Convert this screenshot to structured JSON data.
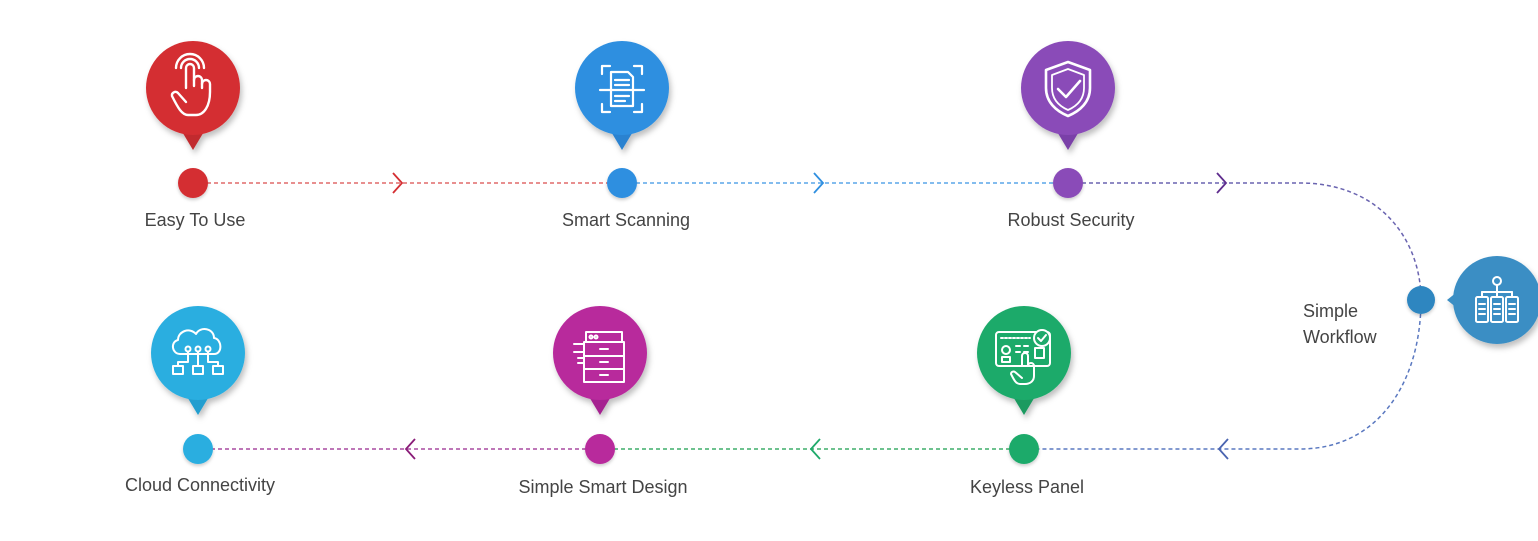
{
  "steps": [
    {
      "id": "easy-to-use",
      "label": "Easy To Use",
      "color": "#d42e32",
      "shade": "#a81f24",
      "icon": "touch-hand-icon"
    },
    {
      "id": "smart-scanning",
      "label": "Smart Scanning",
      "color": "#2f8fe0",
      "shade": "#1f6fbf",
      "icon": "document-scan-icon"
    },
    {
      "id": "robust-security",
      "label": "Robust Security",
      "color": "#8a4cb8",
      "shade": "#5f2d8e",
      "icon": "shield-check-icon"
    },
    {
      "id": "simple-workflow",
      "label": "Simple Workflow",
      "label_lines": [
        "Simple",
        "Workflow"
      ],
      "color": "#3a8ec4",
      "shade": "#2a6f9f",
      "icon": "workflow-icon"
    },
    {
      "id": "keyless-panel",
      "label": "Keyless Panel",
      "color": "#1faa6b",
      "shade": "#138a52",
      "icon": "touch-panel-icon"
    },
    {
      "id": "simple-smart-design",
      "label": "Simple Smart Design",
      "color": "#b82a9c",
      "shade": "#8a1c78",
      "icon": "printer-icon"
    },
    {
      "id": "cloud-connectivity",
      "label": "Cloud Connectivity",
      "color": "#2aaee0",
      "shade": "#1a8cc0",
      "icon": "cloud-network-icon"
    }
  ],
  "connectors": [
    {
      "from": "easy-to-use",
      "to": "smart-scanning",
      "color": "#e06a6a"
    },
    {
      "from": "smart-scanning",
      "to": "robust-security",
      "color": "#5aa6e8"
    },
    {
      "from": "robust-security",
      "to": "simple-workflow",
      "color": "#6a64b0"
    },
    {
      "from": "simple-workflow",
      "to": "keyless-panel",
      "color": "#5a78c0"
    },
    {
      "from": "keyless-panel",
      "to": "simple-smart-design",
      "color": "#3fae6a"
    },
    {
      "from": "simple-smart-design",
      "to": "cloud-connectivity",
      "color": "#a84aa0"
    }
  ]
}
